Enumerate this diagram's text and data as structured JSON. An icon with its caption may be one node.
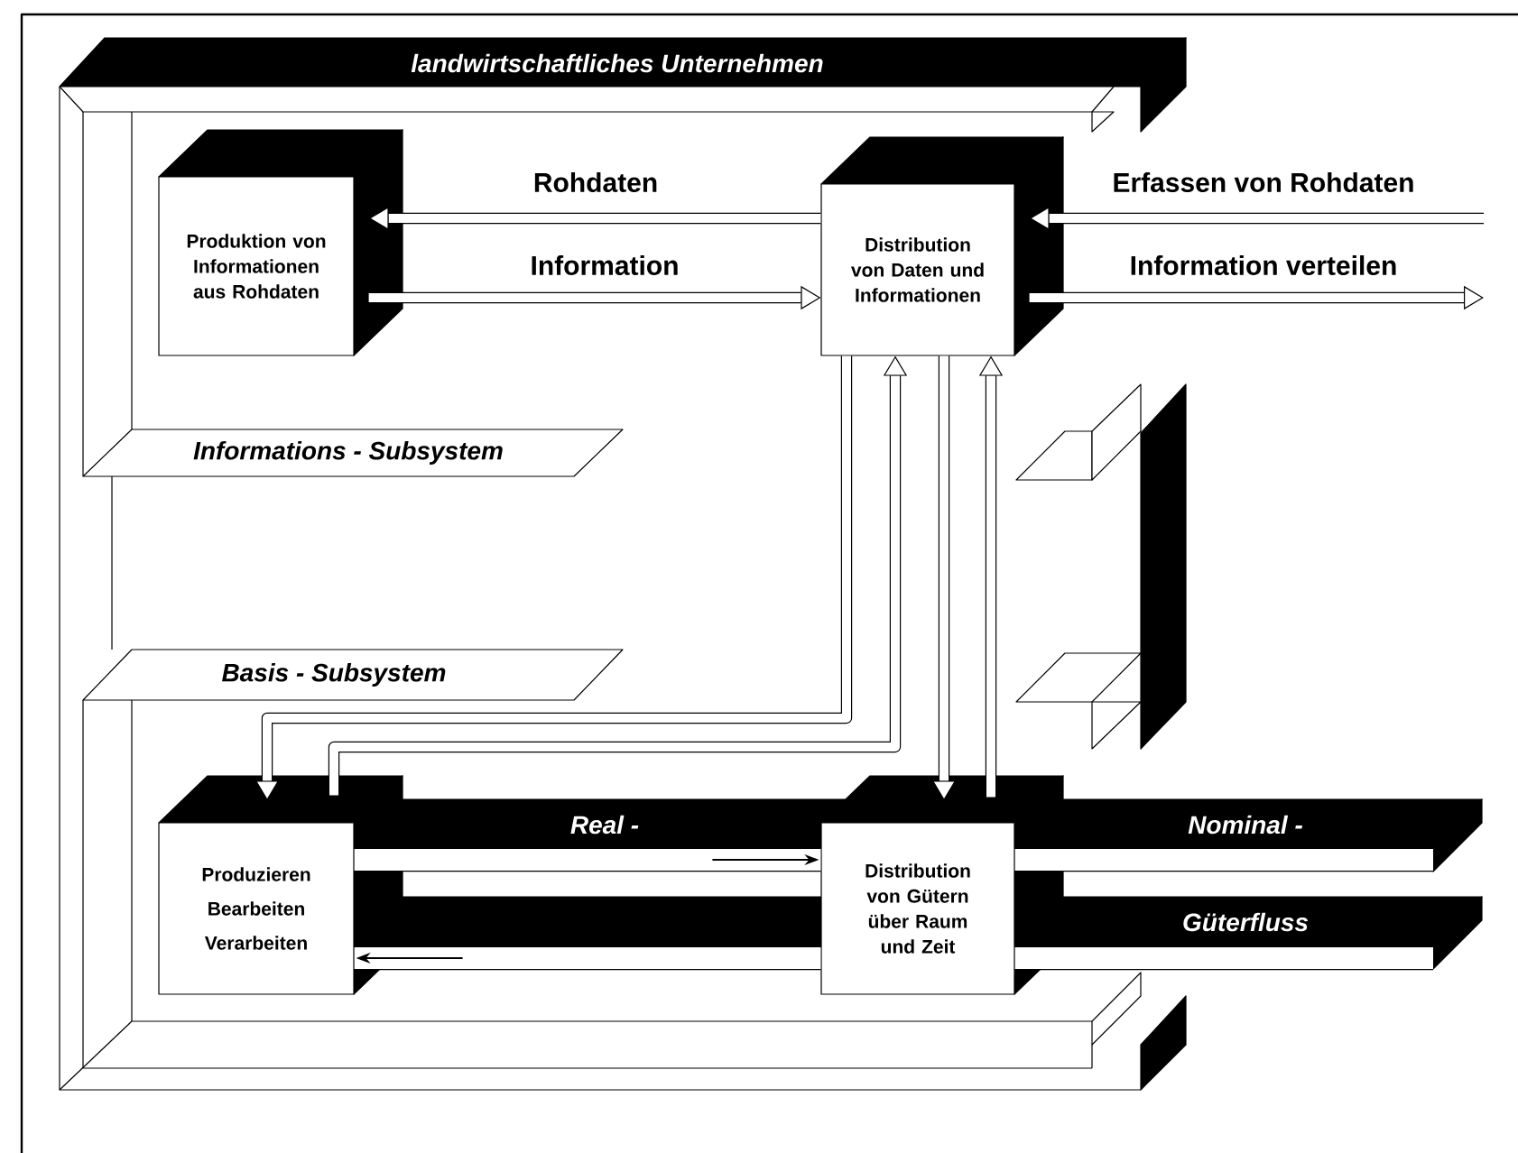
{
  "diagram": {
    "nodes": [
      {
        "text": [
          "landwirtschaftliches Unternehmen"
        ]
      },
      {
        "text": [
          "Informations - Subsystem"
        ]
      },
      {
        "text": [
          "Basis - Subsystem"
        ]
      },
      {
        "text": [
          "Produktion von Informationen aus Rohdaten"
        ]
      },
      {
        "text": [
          "Distribution von Daten und Informationen"
        ]
      },
      {
        "text": [
          "Produzieren",
          "Bearbeiten",
          "Verarbeiten"
        ]
      },
      {
        "text": [
          "Distribution von Gütern über Raum und Zeit"
        ]
      }
    ],
    "edges": [
      {
        "from": 4,
        "to": 3,
        "arrow": "to",
        "label": "Rohdaten"
      },
      {
        "from": 3,
        "to": 4,
        "arrow": "to",
        "label": "Information"
      },
      {
        "from": null,
        "to": 4,
        "arrow": "to",
        "label": "Erfassen von Rohdaten"
      },
      {
        "from": 4,
        "to": null,
        "arrow": "to",
        "label": "Information verteilen"
      },
      {
        "from": 4,
        "to": 5,
        "arrow": "to"
      },
      {
        "from": 5,
        "to": 4,
        "arrow": "to"
      },
      {
        "from": 4,
        "to": 6,
        "arrow": "to"
      },
      {
        "from": 6,
        "to": 4,
        "arrow": "to"
      },
      {
        "from": 5,
        "to": 6,
        "arrow": "to",
        "label": "Real -",
        "style": "thick"
      },
      {
        "from": 6,
        "to": 5,
        "arrow": "to",
        "style": "thick"
      },
      {
        "from": 6,
        "to": null,
        "arrow": "none",
        "label": "Nominal -",
        "style": "thick"
      },
      {
        "from": 6,
        "to": null,
        "arrow": "none",
        "label": "Güterfluss",
        "style": "thick"
      }
    ]
  }
}
